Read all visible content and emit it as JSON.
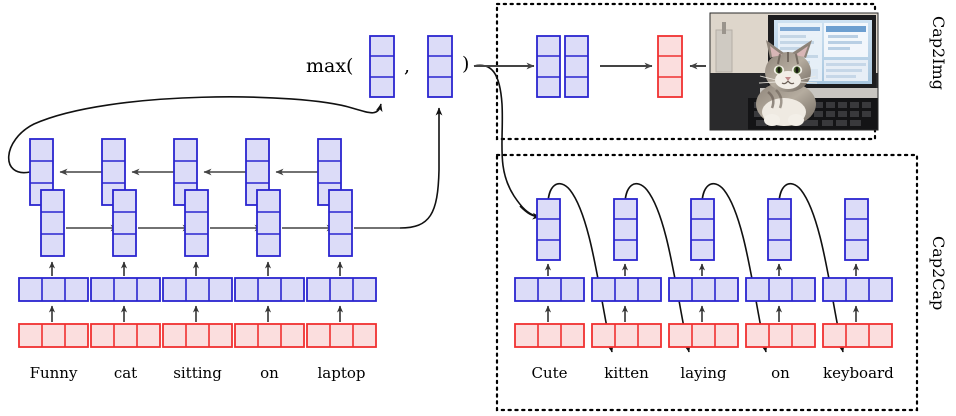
{
  "figure": {
    "title": "Bidirectional LSTM caption encoder with Cap2Img and Cap2Cap decoders",
    "max_label_open": "max(",
    "max_label_comma": ",",
    "max_label_close": ")"
  },
  "colors": {
    "blue_stroke": "#2a25cf",
    "blue_fill": "#dcdcf8",
    "red_stroke": "#f03030",
    "red_fill": "#fbdede",
    "arrow": "#444444",
    "curve": "#111111",
    "dotted": "#000000"
  },
  "encoder": {
    "name": "bidirectional-lstm-encoder",
    "words": [
      "Funny",
      "cat",
      "sitting",
      "on",
      "laptop"
    ],
    "word_x": [
      22,
      113,
      185,
      283,
      350
    ],
    "column_x": [
      22,
      94,
      166,
      238,
      310
    ],
    "backward_arrow_label": "backward-pass",
    "forward_arrow_label": "forward-pass"
  },
  "pooling": {
    "name": "max-pooling",
    "block_labels": [
      "backward-state-vector",
      "forward-state-vector"
    ]
  },
  "cap2img": {
    "label": "Cap2Img",
    "block_count": 2,
    "image_alt": "kitten sitting on laptop keyboard"
  },
  "cap2cap": {
    "label": "Cap2Cap",
    "words": [
      "Cute",
      "kitten",
      "laying",
      "on",
      "keyboard"
    ],
    "word_x": [
      524,
      597,
      676,
      780,
      835
    ],
    "column_x": [
      530,
      607,
      684,
      761,
      838
    ]
  }
}
